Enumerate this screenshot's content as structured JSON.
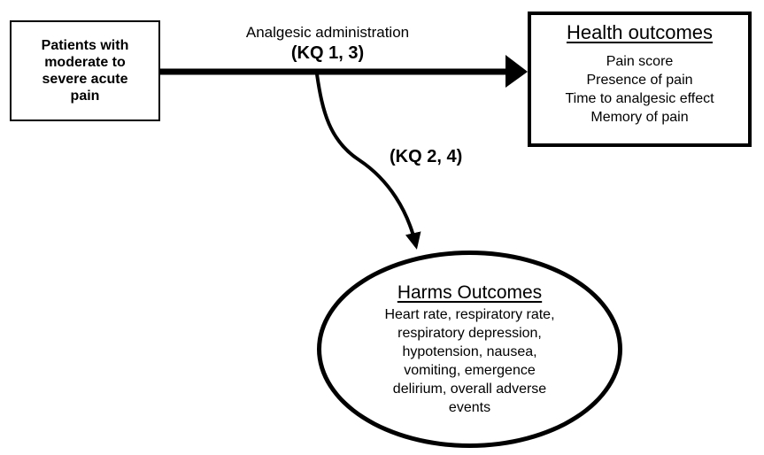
{
  "diagram": {
    "population_box": {
      "lines": [
        "Patients with",
        "moderate to",
        "severe acute",
        "pain"
      ]
    },
    "main_arrow": {
      "label": "Analgesic administration",
      "kq_label": "(KQ 1, 3)"
    },
    "harms_arrow": {
      "kq_label": "(KQ 2, 4)"
    },
    "health_box": {
      "title": "Health outcomes",
      "items": [
        "Pain score",
        "Presence of pain",
        "Time to analgesic effect",
        "Memory of pain"
      ]
    },
    "harms_ellipse": {
      "title": "Harms Outcomes",
      "lines": [
        "Heart rate, respiratory rate,",
        "respiratory depression,",
        "hypotension, nausea,",
        "vomiting, emergence",
        "delirium, overall adverse",
        "events"
      ]
    },
    "colors": {
      "ink": "#000000",
      "background": "#ffffff"
    }
  }
}
